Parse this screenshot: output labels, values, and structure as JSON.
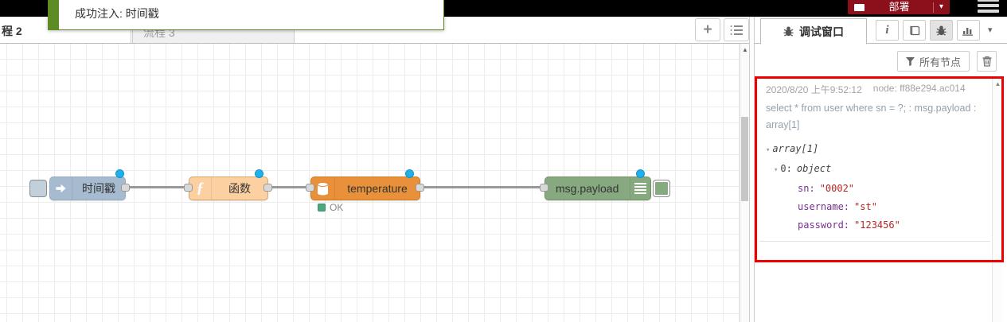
{
  "colors": {
    "annotation_red": "#ee0000",
    "deploy_red": "#8C101C",
    "notification_green": "#5d8c25",
    "inject_node": "#a6bbcf",
    "function_node": "#fdd0a2",
    "db_node": "#e8913a",
    "debug_node": "#87a980",
    "status_green": "#4ca87c",
    "modified_dot_blue": "#1fb0ec",
    "json_key": "#792e90",
    "json_string": "#b82525"
  },
  "glyphs": {
    "plus": "+",
    "caret_down": "▾",
    "arrow_up": "▲",
    "info": "i",
    "function": "ƒ"
  },
  "header": {
    "deploy_label": "部署",
    "notification_text": "成功注入: 时间戳"
  },
  "workspace": {
    "tabs": {
      "active_label": "程 2",
      "inactive_label": "流程 3"
    }
  },
  "canvas": {
    "nodes": [
      {
        "label": "时间戳"
      },
      {
        "label": "函数"
      },
      {
        "label": "temperature",
        "status": "OK"
      },
      {
        "label": "msg.payload"
      }
    ]
  },
  "sidebar": {
    "tab_label": "调试窗口",
    "filter_label": "所有节点",
    "message": {
      "timestamp": "2020/8/20 上午9:52:12",
      "node": "node: ff88e294.ac014",
      "path": "select * from user where sn = ?; : msg.payload : array[1]",
      "tree": {
        "root": "array[1]",
        "item_key": "0:",
        "item_type": "object",
        "props": [
          {
            "key": "sn:",
            "value": "\"0002\""
          },
          {
            "key": "username:",
            "value": "\"st\""
          },
          {
            "key": "password:",
            "value": "\"123456\""
          }
        ]
      }
    }
  }
}
